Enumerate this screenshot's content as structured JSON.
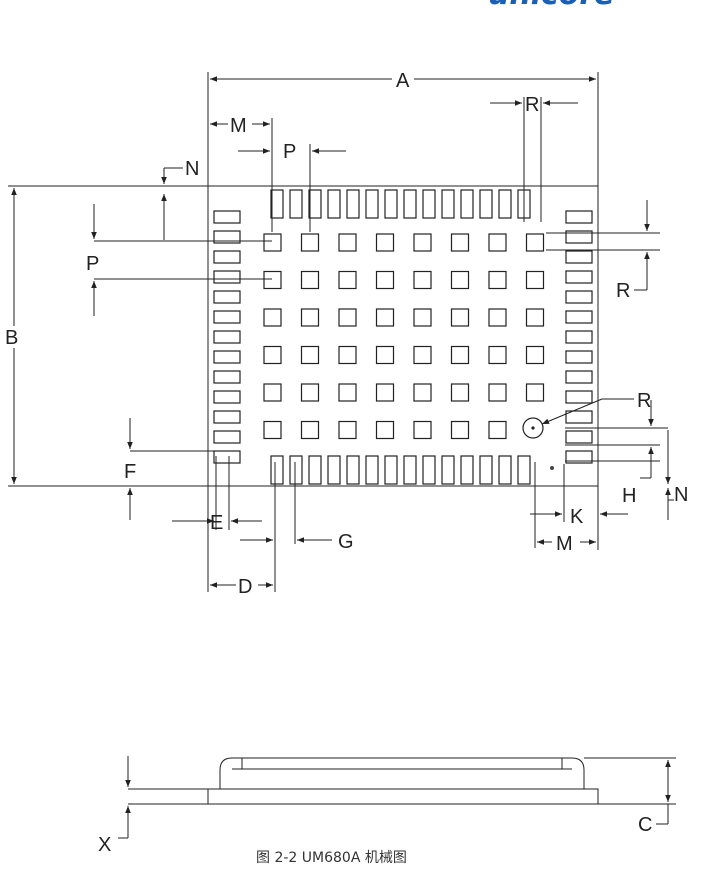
{
  "logo_text": "unicore",
  "caption": "图 2-2 UM680A 机械图",
  "labels": {
    "A": "A",
    "B": "B",
    "C": "C",
    "D": "D",
    "E": "E",
    "F": "F",
    "G": "G",
    "H": "H",
    "K": "K",
    "M": "M",
    "N": "N",
    "P": "P",
    "R": "R",
    "X": "X"
  }
}
